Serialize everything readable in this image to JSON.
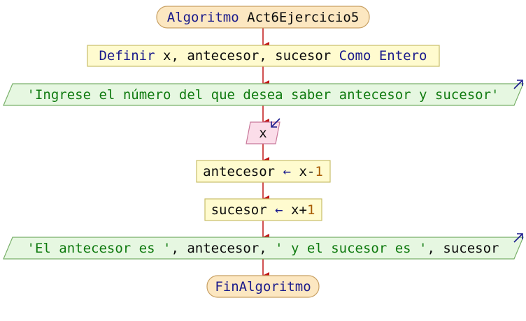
{
  "diagram": {
    "start": {
      "keyword": "Algoritmo",
      "name": "Act6Ejercicio5"
    },
    "define": {
      "keyword": "Definir",
      "vars": "x, antecesor, sucesor",
      "type_keyword": "Como Entero"
    },
    "output1": {
      "text": "'Ingrese el número del que desea saber antecesor y sucesor'"
    },
    "input1": {
      "var": "x"
    },
    "assign1": {
      "target": "antecesor",
      "op": "←",
      "expr_var": "x",
      "expr_op": "-",
      "expr_num": "1"
    },
    "assign2": {
      "target": "sucesor",
      "op": "←",
      "expr_var": "x",
      "expr_op": "+",
      "expr_num": "1"
    },
    "output2": {
      "str1": "'El antecesor es '",
      "sep1": ", antecesor, ",
      "str2": "' y el sucesor es '",
      "sep2": ", sucesor"
    },
    "end": {
      "keyword": "FinAlgoritmo"
    }
  },
  "colors": {
    "terminal_fill": "#fce7c1",
    "terminal_stroke": "#c8a064",
    "process_fill": "#fffbcf",
    "process_stroke": "#c9bf6a",
    "output_fill": "#e6f7e1",
    "output_stroke": "#79b06a",
    "input_fill": "#fbdde9",
    "input_stroke": "#c8789a",
    "arrow": "#c01515",
    "io_arrow": "#1a1a8c"
  }
}
